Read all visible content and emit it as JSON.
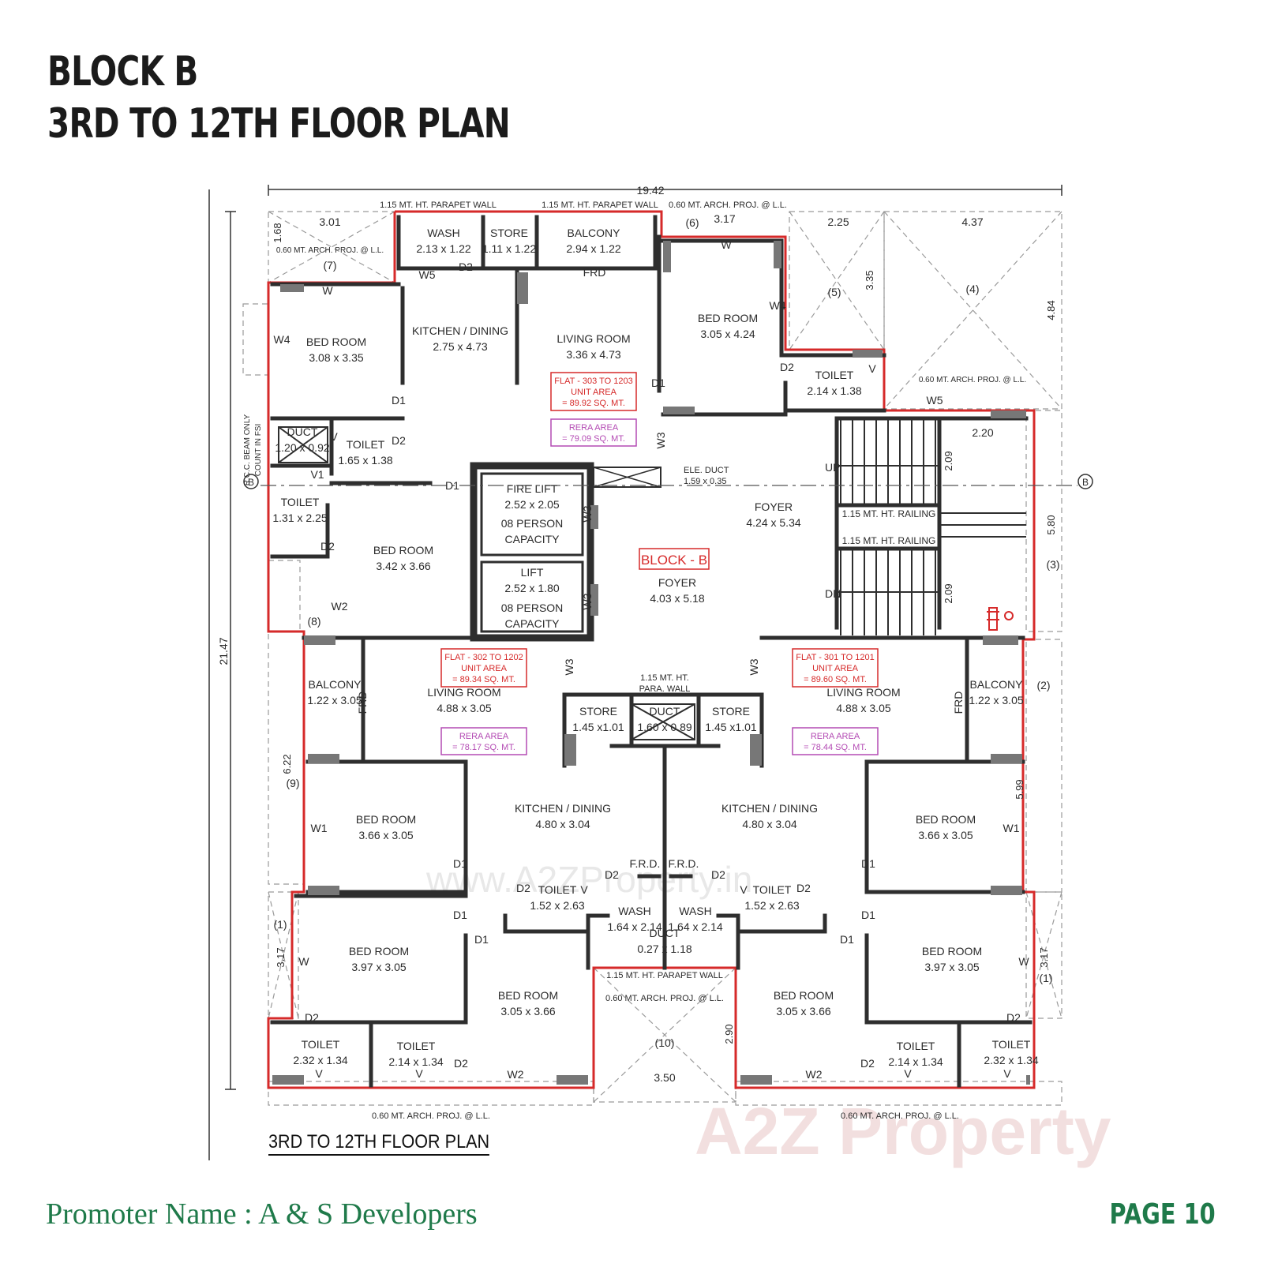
{
  "header": {
    "line1": "BLOCK B",
    "line2": "3RD TO 12TH FLOOR PLAN"
  },
  "caption": "3RD TO 12TH FLOOR PLAN",
  "footer": {
    "promoter": "Promoter Name : A & S Developers",
    "page": "PAGE 10"
  },
  "watermarks": {
    "site": "www.A2ZProperty.in",
    "logo": "A2Z Property"
  },
  "colors": {
    "wall": "#2e2e2e",
    "boundary": "#d62a2a",
    "rera_box": "#b44bb4",
    "title": "#1b1b1b",
    "footer_green": "#1f7a4a"
  },
  "dimensions": {
    "overall_width": "19.42",
    "overall_height": "21.47",
    "stair_width": "2.20",
    "stair_run_top": "2.09",
    "stair_run_bottom": "2.09",
    "right_top": "4.37",
    "right_depth": "4.84",
    "right_mid": "5.80",
    "right_lower": "5.99",
    "left_mid": "6.22",
    "left_top": "3.01",
    "left_depth": "1.68",
    "top_6": "3.17",
    "top_5": "2.25",
    "depth_5": "3.35",
    "bottom_center": "3.50",
    "bottom_depth": "2.90",
    "left_lower": "3.17",
    "right_bottom": "3.17"
  },
  "proj_notes": {
    "parapet_top_left": "1.15 MT. HT. PARAPET WALL",
    "parapet_top_mid": "1.15 MT. HT. PARAPET WALL",
    "arch_top": "0.60 MT. ARCH. PROJ. @ L.L.",
    "arch_left_top": "0.60 MT. ARCH. PROJ. @ L.L.",
    "arch_right_mid": "0.60 MT. ARCH. PROJ. @ L.L.",
    "arch_bottom_left": "0.60 MT. ARCH. PROJ. @ L.L.",
    "arch_bottom_right": "0.60 MT. ARCH. PROJ. @ L.L.",
    "arch_bottom_center": "0.60 MT. ARCH. PROJ. @ L.L.",
    "parapet_bottom_center": "1.15 MT. HT. PARAPET WALL",
    "para_center": "1.15 MT. HT.",
    "para_center_2": "PARA. WALL",
    "railing_top": "1.15 MT. HT. RAILING",
    "railing_bottom": "1.15 MT. HT. RAILING",
    "rcc_beam": "R.C.C. BEAM ONLY",
    "rcc_beam_2": "COUNT IN FSI",
    "ele_duct": "ELE. DUCT",
    "ele_duct_size": "1.59 x 0.35",
    "block_label": "BLOCK - B",
    "axis_label": "B"
  },
  "rooms": [
    {
      "name": "WASH",
      "size": "2.13 x 1.22"
    },
    {
      "name": "STORE",
      "size": "1.11 x 1.22"
    },
    {
      "name": "BALCONY",
      "size": "2.94 x 1.22"
    },
    {
      "name": "BED ROOM",
      "size": "3.05 x 4.24"
    },
    {
      "name": "BED ROOM",
      "size": "3.08 x 3.35"
    },
    {
      "name": "KITCHEN / DINING",
      "size": "2.75 x 4.73"
    },
    {
      "name": "LIVING ROOM",
      "size": "3.36 x 4.73"
    },
    {
      "name": "TOILET",
      "size": "2.14 x 1.38"
    },
    {
      "name": "DUCT",
      "size": "1.20 x 0.92"
    },
    {
      "name": "TOILET",
      "size": "1.65 x 1.38"
    },
    {
      "name": "TOILET",
      "size": "1.31 x 2.25"
    },
    {
      "name": "FIRE LIFT",
      "size": "2.52 x 2.05"
    },
    {
      "name": "LIFT",
      "size": "2.52 x 1.80"
    },
    {
      "name": "FOYER",
      "size": "4.24 x 5.34"
    },
    {
      "name": "BED ROOM",
      "size": "3.42 x 3.66"
    },
    {
      "name": "FOYER",
      "size": "4.03 x 5.18"
    },
    {
      "name": "BALCONY",
      "size": "1.22 x 3.05"
    },
    {
      "name": "LIVING ROOM",
      "size": "4.88 x 3.05"
    },
    {
      "name": "STORE",
      "size": "1.45 x1.01"
    },
    {
      "name": "DUCT",
      "size": "1.60 x 0.89"
    },
    {
      "name": "STORE",
      "size": "1.45 x1.01"
    },
    {
      "name": "LIVING ROOM",
      "size": "4.88 x 3.05"
    },
    {
      "name": "BALCONY",
      "size": "1.22 x 3.05"
    },
    {
      "name": "BED ROOM",
      "size": "3.66 x 3.05"
    },
    {
      "name": "KITCHEN / DINING",
      "size": "4.80 x 3.04"
    },
    {
      "name": "KITCHEN / DINING",
      "size": "4.80 x 3.04"
    },
    {
      "name": "BED ROOM",
      "size": "3.66 x 3.05"
    },
    {
      "name": "TOILET",
      "size": "1.52 x 2.63"
    },
    {
      "name": "TOILET",
      "size": "1.52 x 2.63"
    },
    {
      "name": "WASH",
      "size": "1.64 x 2.14"
    },
    {
      "name": "WASH",
      "size": "1.64 x 2.14"
    },
    {
      "name": "DUCT",
      "size": "0.27 x 1.18"
    },
    {
      "name": "BED ROOM",
      "size": "3.97 x 3.05"
    },
    {
      "name": "BED ROOM",
      "size": "3.05 x 3.66"
    },
    {
      "name": "BED ROOM",
      "size": "3.05 x 3.66"
    },
    {
      "name": "BED ROOM",
      "size": "3.97 x 3.05"
    },
    {
      "name": "TOILET",
      "size": "2.32 x 1.34"
    },
    {
      "name": "TOILET",
      "size": "2.14 x 1.34"
    },
    {
      "name": "TOILET",
      "size": "2.14 x 1.34"
    },
    {
      "name": "TOILET",
      "size": "2.32 x 1.34"
    }
  ],
  "flats": [
    {
      "range": "FLAT - 303 TO 1203",
      "unit_label": "UNIT AREA",
      "unit_area": "= 89.92 SQ. MT.",
      "rera_label": "RERA AREA",
      "rera_area": "= 79.09 SQ. MT."
    },
    {
      "range": "FLAT - 302 TO 1202",
      "unit_label": "UNIT AREA",
      "unit_area": "= 89.34 SQ. MT.",
      "rera_label": "RERA AREA",
      "rera_area": "= 78.17 SQ. MT."
    },
    {
      "range": "FLAT - 301 TO 1201",
      "unit_label": "UNIT AREA",
      "unit_area": "= 89.60 SQ. MT.",
      "rera_label": "RERA AREA",
      "rera_area": "= 78.44 SQ. MT."
    }
  ],
  "lift_capacity": [
    "08 PERSON",
    "CAPACITY"
  ],
  "stair_labels": [
    "UP",
    "DN"
  ],
  "openings": [
    "W",
    "W4",
    "W5",
    "D2",
    "FRD",
    "D1",
    "V",
    "V1",
    "W2",
    "W1",
    "W3",
    "F.R.D."
  ],
  "projection_numbers": [
    "(1)",
    "(2)",
    "(3)",
    "(4)",
    "(5)",
    "(6)",
    "(7)",
    "(8)",
    "(9)",
    "(10)"
  ]
}
